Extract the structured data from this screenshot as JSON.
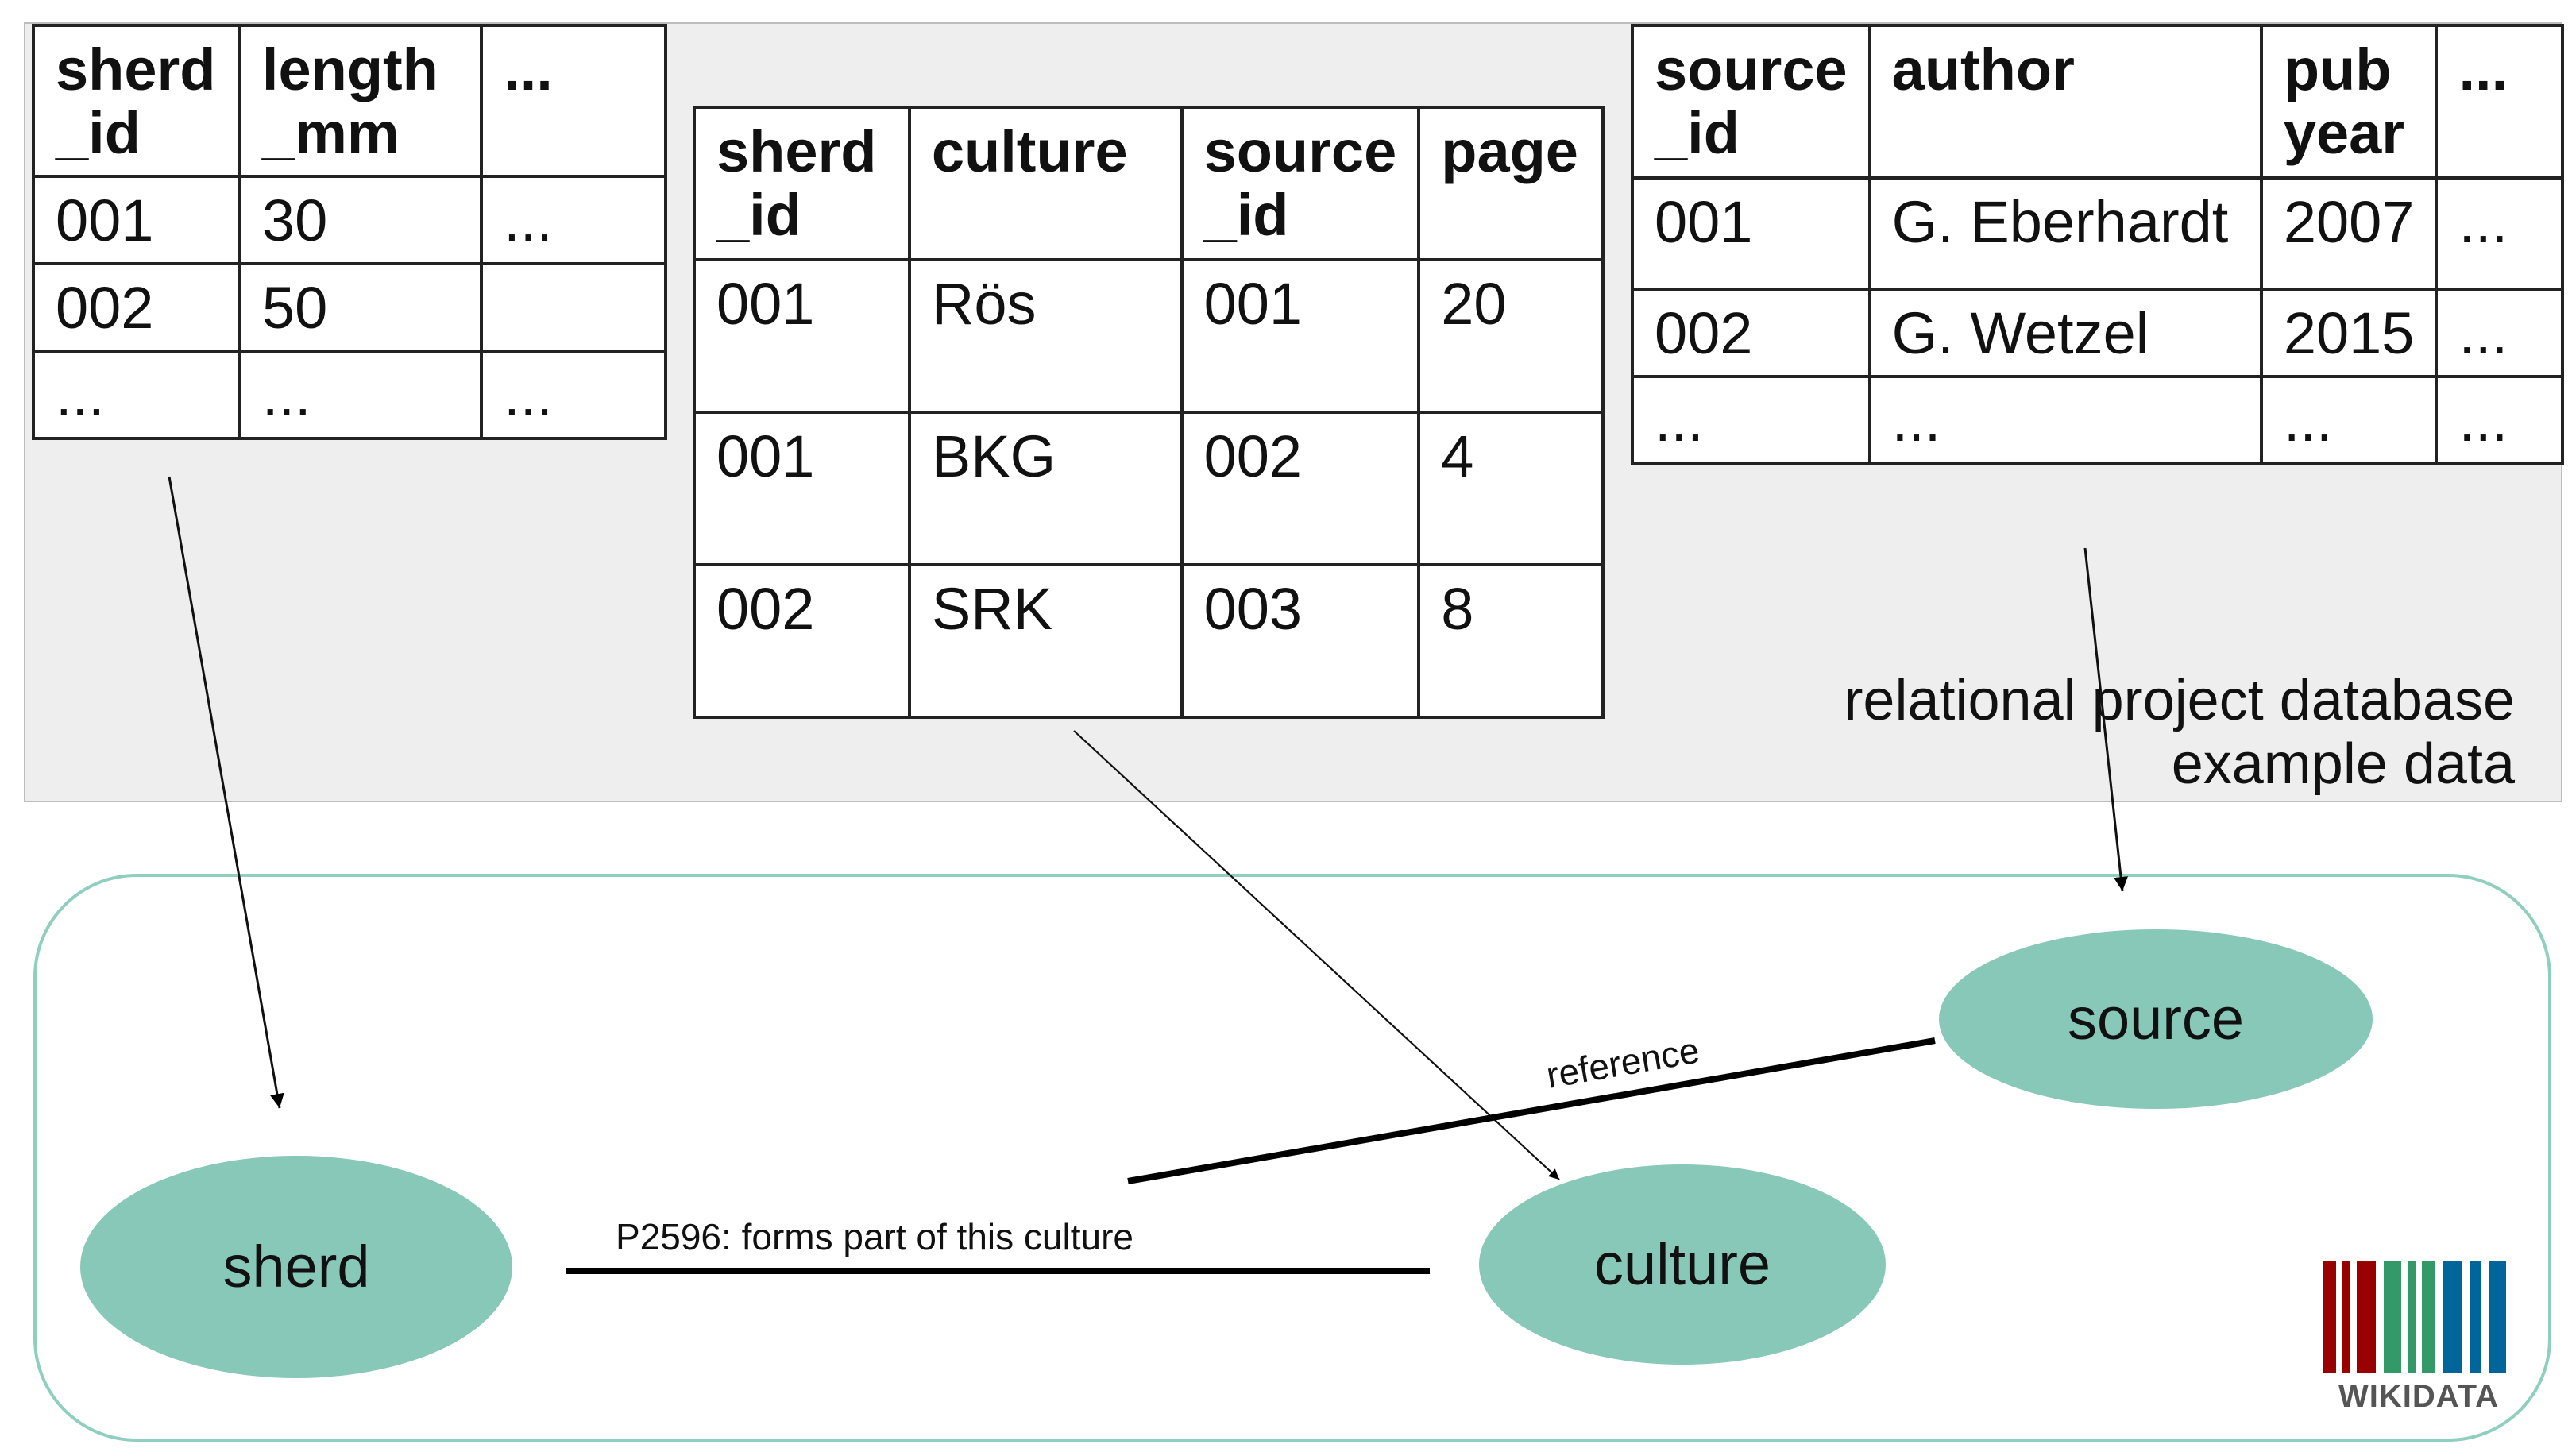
{
  "tables": {
    "sherds": {
      "headers": [
        "sherd\n_id",
        "length\n_mm",
        "..."
      ],
      "rows": [
        [
          "001",
          "30",
          "..."
        ],
        [
          "002",
          "50",
          ""
        ],
        [
          "...",
          "...",
          "..."
        ]
      ]
    },
    "sherd_culture": {
      "headers": [
        "sherd\n_id",
        "culture",
        "source\n_id",
        "page"
      ],
      "rows": [
        [
          "001",
          "Rös",
          "001",
          "20"
        ],
        [
          "001",
          "BKG",
          "002",
          "4"
        ],
        [
          "002",
          "SRK",
          "003",
          "8"
        ]
      ]
    },
    "sources": {
      "headers": [
        "source\n_id",
        "author",
        "pub\nyear",
        "..."
      ],
      "rows": [
        [
          "001",
          "G. Eberhardt",
          "2007",
          "..."
        ],
        [
          "002",
          "G. Wetzel",
          "2015",
          "..."
        ],
        [
          "...",
          "...",
          "...",
          "..."
        ]
      ]
    }
  },
  "caption": {
    "line1": "relational project database",
    "line2": "example data"
  },
  "graph": {
    "nodes": {
      "sherd": "sherd",
      "culture": "culture",
      "source": "source"
    },
    "edges": {
      "forms_part": "P2596: forms part of this culture",
      "reference": "reference"
    }
  },
  "colors": {
    "node_fill": "#87c8b8",
    "box_border": "#8fcfc0",
    "panel": "#eeeeee"
  },
  "logo": {
    "text": "WIKIDATA",
    "bar_colors": [
      "#990000",
      "#990000",
      "#990000",
      "#339966",
      "#339966",
      "#339966",
      "#006699",
      "#006699",
      "#006699"
    ]
  }
}
